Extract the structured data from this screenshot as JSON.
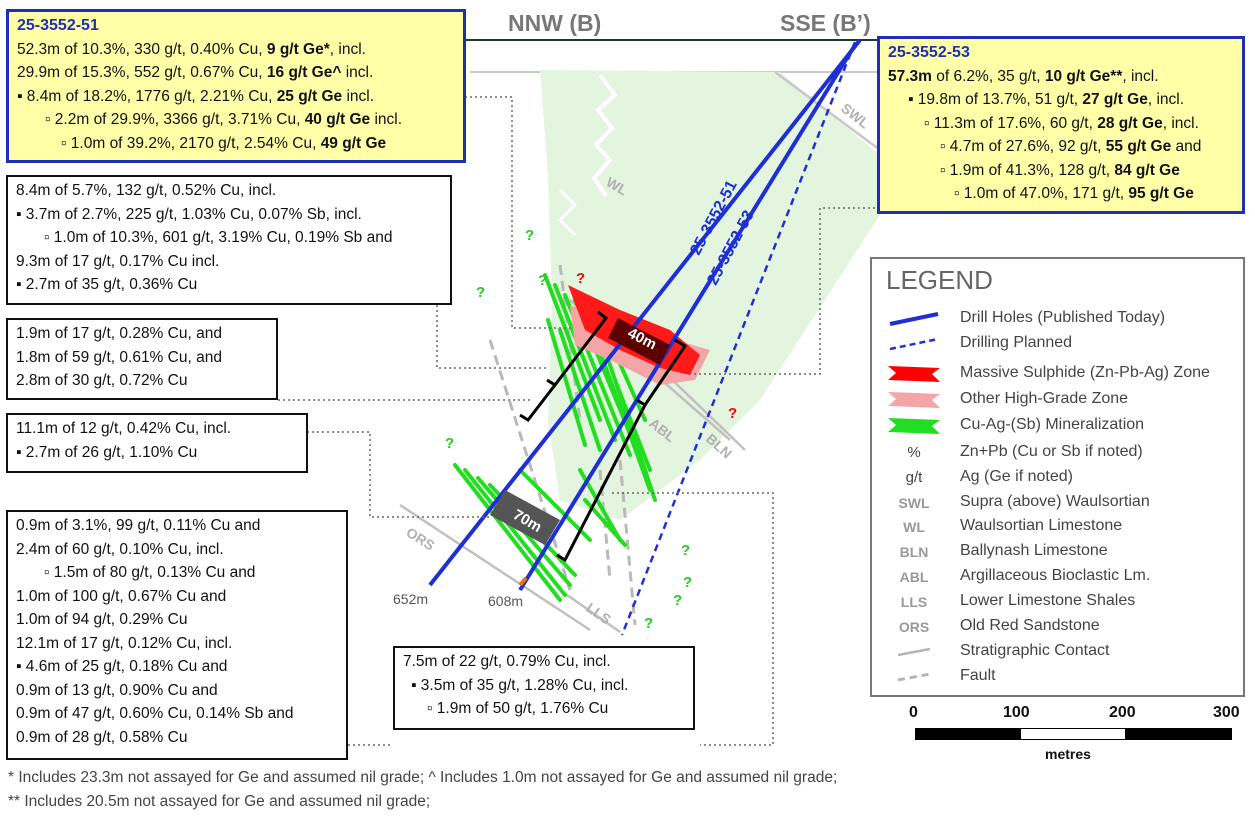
{
  "sections": {
    "left": "NNW (B)",
    "right": "SSE (B’)"
  },
  "box_51": {
    "title": "25-3552-51",
    "lines": [
      {
        "pre": "52.3m of 10.3%, 330 g/t, 0.40% Cu, ",
        "bold": "9 g/t Ge*",
        "post": ", incl."
      },
      {
        "pre": "29.9m of 15.3%, 552 g/t, 0.67% Cu, ",
        "bold": "16 g/t Ge^",
        "post": " incl."
      },
      {
        "pre": "▪ 8.4m of 18.2%, 1776 g/t, 2.21% Cu, ",
        "bold": "25 g/t Ge",
        "post": " incl."
      },
      {
        "pre": "▫ 2.2m of 29.9%, 3366 g/t, 3.71% Cu, ",
        "bold": "40 g/t Ge",
        "post": " incl."
      },
      {
        "pre": "▫ 1.0m of 39.2%, 2170 g/t, 2.54% Cu, ",
        "bold": "49 g/t Ge",
        "post": ""
      }
    ]
  },
  "box_53": {
    "title": "25-3552-53",
    "lines": [
      {
        "pre": "",
        "bold": "57.3m",
        "post": " of 6.2%, 35 g/t, ",
        "bold2": "10 g/t Ge**",
        "post2": ", incl."
      },
      {
        "pre": "▪ 19.8m of 13.7%, 51 g/t, ",
        "bold": "27 g/t Ge",
        "post": ", incl."
      },
      {
        "pre": "▫ 11.3m of 17.6%, 60 g/t, ",
        "bold": "28 g/t Ge",
        "post": ", incl."
      },
      {
        "pre": "▫ 4.7m of 27.6%, 92 g/t, ",
        "bold": "55 g/t Ge",
        "post": " and"
      },
      {
        "pre": "▫ 1.9m of 41.3%, 128 g/t, ",
        "bold": "84 g/t Ge",
        "post": ""
      },
      {
        "pre": "▫ 1.0m of 47.0%, 171 g/t, ",
        "bold": "95 g/t Ge",
        "post": ""
      }
    ]
  },
  "box_a": [
    "8.4m of 5.7%, 132 g/t, 0.52% Cu, incl.",
    "▪ 3.7m of 2.7%, 225 g/t, 1.03% Cu, 0.07% Sb, incl.",
    "▫ 1.0m of 10.3%, 601 g/t, 3.19% Cu, 0.19% Sb and",
    "9.3m of 17 g/t, 0.17% Cu incl.",
    "▪ 2.7m of 35 g/t, 0.36% Cu"
  ],
  "box_b": [
    "1.9m of 17 g/t, 0.28% Cu, and",
    "1.8m of 59 g/t, 0.61% Cu, and",
    "2.8m of 30 g/t, 0.72% Cu"
  ],
  "box_c": [
    "11.1m of 12 g/t, 0.42% Cu, incl.",
    "▪ 2.7m of 26 g/t, 1.10% Cu"
  ],
  "box_d": [
    "0.9m of 3.1%, 99 g/t, 0.11% Cu and",
    "2.4m of 60 g/t, 0.10% Cu, incl.",
    "▫ 1.5m of 80 g/t, 0.13% Cu and",
    "1.0m of 100 g/t, 0.67% Cu and",
    "1.0m of 94 g/t, 0.29% Cu",
    "12.1m of 17 g/t, 0.12% Cu, incl.",
    "▪ 4.6m of 25 g/t, 0.18% Cu and",
    "0.9m of 13 g/t, 0.90% Cu and",
    "0.9m of 47 g/t, 0.60% Cu, 0.14% Sb and",
    "0.9m of 28 g/t, 0.58% Cu"
  ],
  "box_e": [
    "7.5m of 22 g/t, 0.79% Cu, incl.",
    "▪ 3.5m of 35 g/t, 1.28% Cu, incl.",
    "▫ 1.9m of 50 g/t, 1.76% Cu"
  ],
  "hole_labels": {
    "h51": "25-3552-51",
    "h53": "25-3552-53",
    "depth51": "652m",
    "depth53": "608m"
  },
  "widths": {
    "w40": "40m",
    "w70": "70m"
  },
  "unit_labels": {
    "swl": "SWL",
    "wl": "WL",
    "abl": "ABL",
    "bln": "BLN",
    "ors": "ORS",
    "lls": "LLS"
  },
  "question": "?",
  "legend": {
    "title": "LEGEND",
    "items": [
      {
        "sym": "",
        "text": "Drill Holes (Published Today)"
      },
      {
        "sym": "",
        "text": "Drilling Planned"
      },
      {
        "sym": "",
        "text": "Massive Sulphide (Zn-Pb-Ag) Zone"
      },
      {
        "sym": "",
        "text": "Other High-Grade Zone"
      },
      {
        "sym": "",
        "text": "Cu-Ag-(Sb) Mineralization"
      },
      {
        "sym": "%",
        "text": "Zn+Pb (Cu or Sb if noted)"
      },
      {
        "sym": "g/t",
        "text": "Ag (Ge if noted)"
      },
      {
        "sym": "SWL",
        "text": "Supra (above) Waulsortian"
      },
      {
        "sym": "WL",
        "text": "Waulsortian Limestone"
      },
      {
        "sym": "BLN",
        "text": "Ballynash Limestone"
      },
      {
        "sym": "ABL",
        "text": "Argillaceous Bioclastic Lm."
      },
      {
        "sym": "LLS",
        "text": "Lower Limestone Shales"
      },
      {
        "sym": "ORS",
        "text": "Old Red Sandstone"
      },
      {
        "sym": "",
        "text": "Stratigraphic Contact"
      },
      {
        "sym": "",
        "text": "Fault"
      }
    ],
    "colors": {
      "hole": "#1f2fd6",
      "massive": "#ff0000",
      "other": "#f5a5a5",
      "cu": "#22dd22",
      "contact": "#b4b4b4"
    }
  },
  "scale": {
    "ticks": [
      "0",
      "100",
      "200",
      "300"
    ],
    "unit": "metres"
  },
  "footnotes": [
    "* Includes 23.3m not assayed for Ge and assumed nil grade; ^ Includes 1.0m not assayed for Ge and assumed nil grade;",
    "** Includes 20.5m not assayed for Ge and assumed nil grade;"
  ]
}
